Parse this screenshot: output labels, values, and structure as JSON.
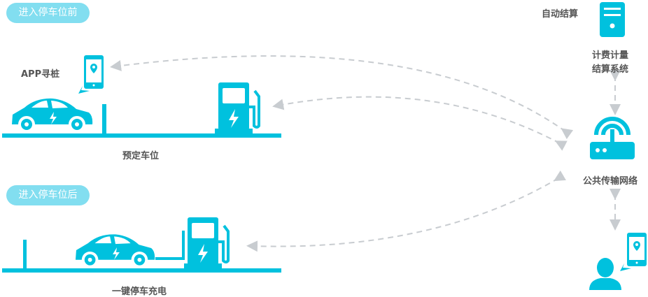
{
  "colors": {
    "accent": "#00c1de",
    "pill": "#82def0",
    "text": "#555555",
    "arrow": "#c8ccd0"
  },
  "stages": {
    "before": "进入停车位前",
    "after": "进入停车位后"
  },
  "labels": {
    "app_find": "APP寻桩",
    "reserve": "预定车位",
    "one_click": "一键停车充电",
    "auto_settle": "自动结算",
    "billing_line1": "计费计量",
    "billing_line2": "结算系统",
    "network": "公共传输网络"
  }
}
